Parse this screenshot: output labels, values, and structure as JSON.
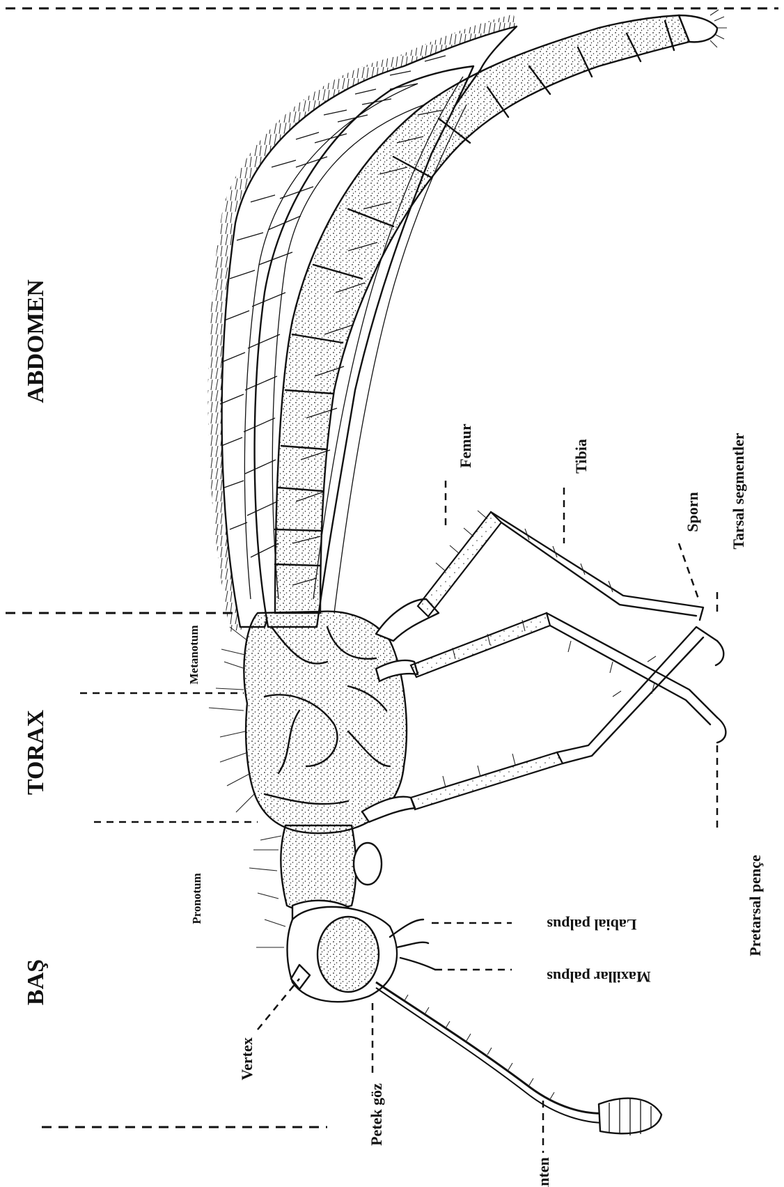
{
  "diagram": {
    "regions": {
      "abdomen": "ABDOMEN",
      "torax": "TORAX",
      "bas": "BAŞ"
    },
    "labels": {
      "metanotum": "Metanotum",
      "pronotum": "Pronotum",
      "femur": "Femur",
      "tibia": "Tibia",
      "sporn": "Sporn",
      "tarsal_segmentler": "Tarsal segmentler",
      "pretarsal_pence": "Pretarsal pençe",
      "labial_palpus": "Labial palpus",
      "maxillar_palpus": "Maxillar palpus",
      "vertex": "Vertex",
      "petek_goz": "Petek göz",
      "anten": "Anten"
    }
  }
}
